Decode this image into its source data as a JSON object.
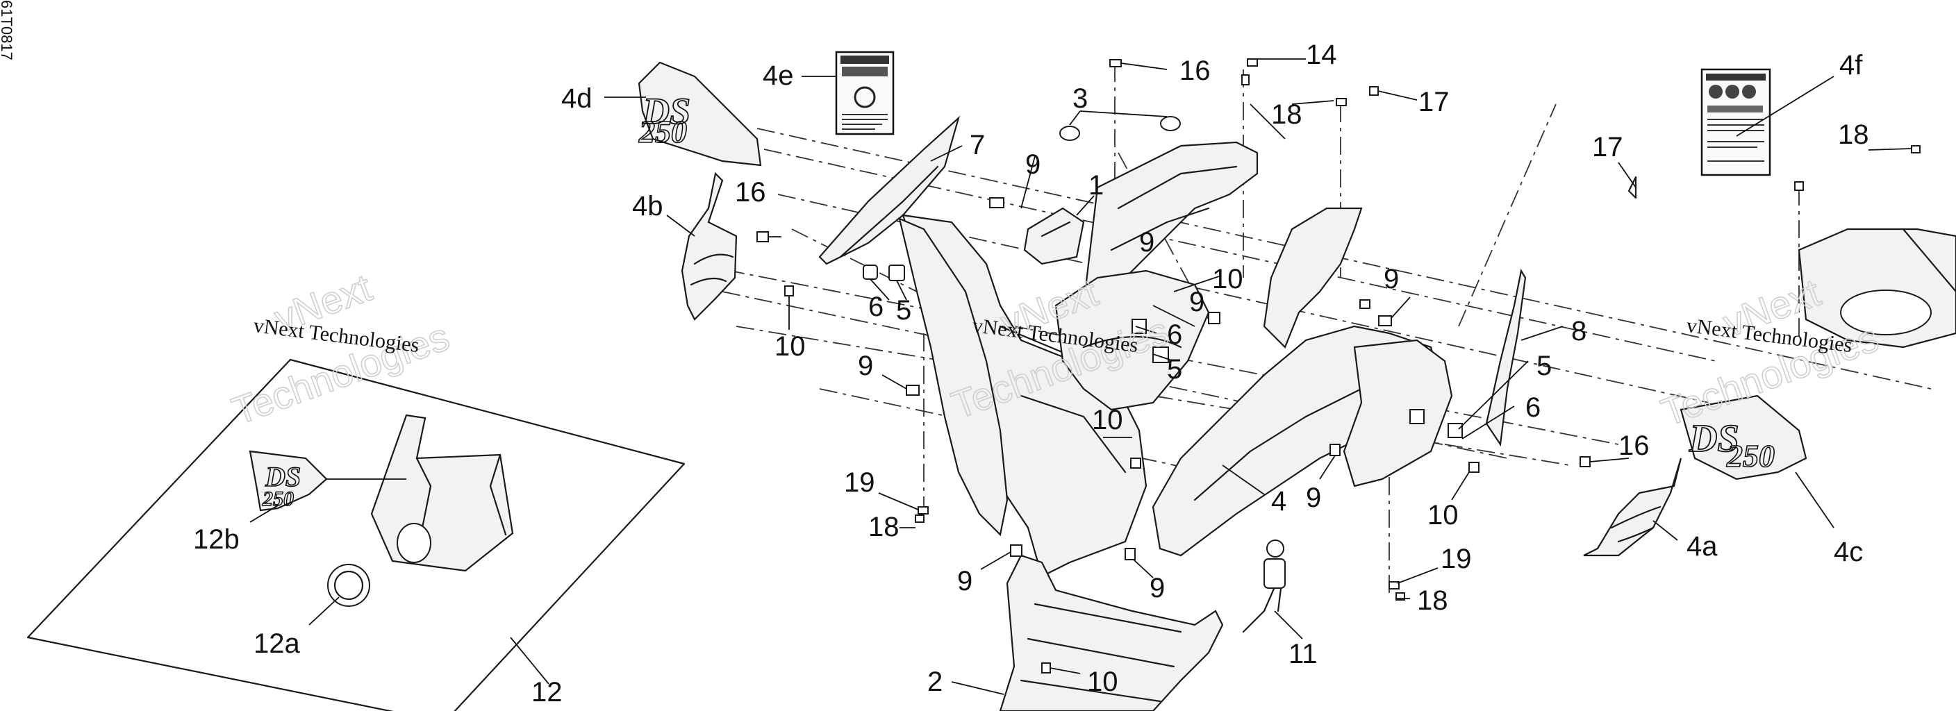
{
  "drawing_ref": "61T0817",
  "watermark": {
    "text": "vNext Technologies",
    "ghost_line1": "vNext",
    "ghost_line2": "Technologies"
  },
  "callouts": {
    "c1": "1",
    "c2": "2",
    "c3": "3",
    "c4": "4",
    "c4a": "4a",
    "c4b": "4b",
    "c4c": "4c",
    "c4d": "4d",
    "c4e": "4e",
    "c4f": "4f",
    "c5a": "5",
    "c5b": "5",
    "c5c": "5",
    "c6a": "6",
    "c6b": "6",
    "c6c": "6",
    "c7": "7",
    "c8": "8",
    "c9a": "9",
    "c9b": "9",
    "c9c": "9",
    "c9d": "9",
    "c9e": "9",
    "c9f": "9",
    "c9g": "9",
    "c9h": "9",
    "c10a": "10",
    "c10b": "10",
    "c10c": "10",
    "c10d": "10",
    "c10e": "10",
    "c11": "11",
    "c12": "12",
    "c12a": "12a",
    "c12b": "12b",
    "c14": "14",
    "c16a": "16",
    "c16b": "16",
    "c16c": "16",
    "c17a": "17",
    "c17b": "17",
    "c18a": "18",
    "c18b": "18",
    "c18c": "18",
    "c18d": "18",
    "c19a": "19",
    "c19b": "19"
  },
  "decals": {
    "logo_letters": "DS",
    "logo_number": "250"
  }
}
